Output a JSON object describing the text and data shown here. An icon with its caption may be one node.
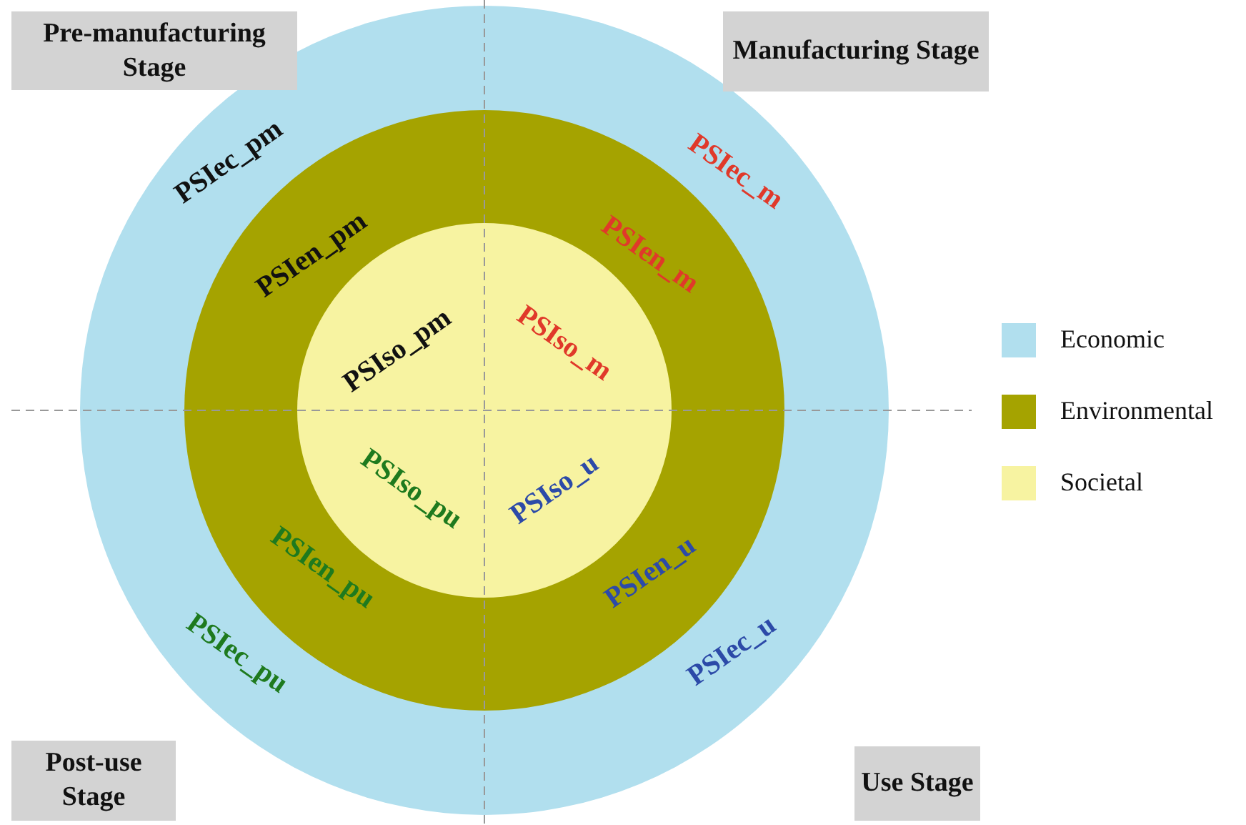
{
  "diagram": {
    "nodes": [
      {
        "text": [
          "Pre-manufacturing Stage"
        ]
      },
      {
        "text": [
          "Manufacturing Stage"
        ]
      },
      {
        "text": [
          "Post-use Stage"
        ]
      },
      {
        "text": [
          "Use Stage"
        ]
      }
    ],
    "edges": [],
    "labels": [
      "PSIec_pm",
      "PSIec_m",
      "PSIen_pm",
      "PSIen_m",
      "PSIso_pm",
      "PSIso_m",
      "PSIso_pu",
      "PSIso_u",
      "PSIen_pu",
      "PSIen_u",
      "PSIec_pu",
      "PSIec_u"
    ],
    "legend": [
      {
        "text": "Economic",
        "color": "#b1dfee"
      },
      {
        "text": "Environmental",
        "color": "#a5a300"
      },
      {
        "text": "Societal",
        "color": "#f7f3a1"
      }
    ]
  }
}
